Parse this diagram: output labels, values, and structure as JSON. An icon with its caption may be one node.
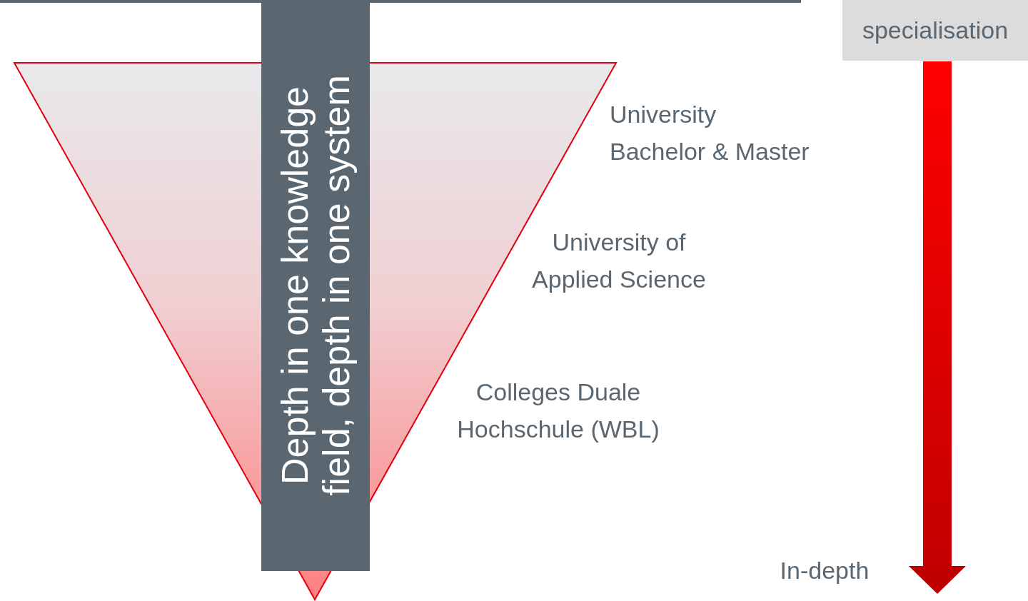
{
  "diagram": {
    "nodes": [
      {
        "text": [
          "Depth in one knowledge field, depth in one system"
        ]
      },
      {
        "text": [
          "specialisation"
        ]
      }
    ],
    "labels": [
      "University Bachelor & Master",
      "University of Applied Science",
      "Colleges Duale Hochschule (WBL)",
      "In-depth"
    ]
  }
}
